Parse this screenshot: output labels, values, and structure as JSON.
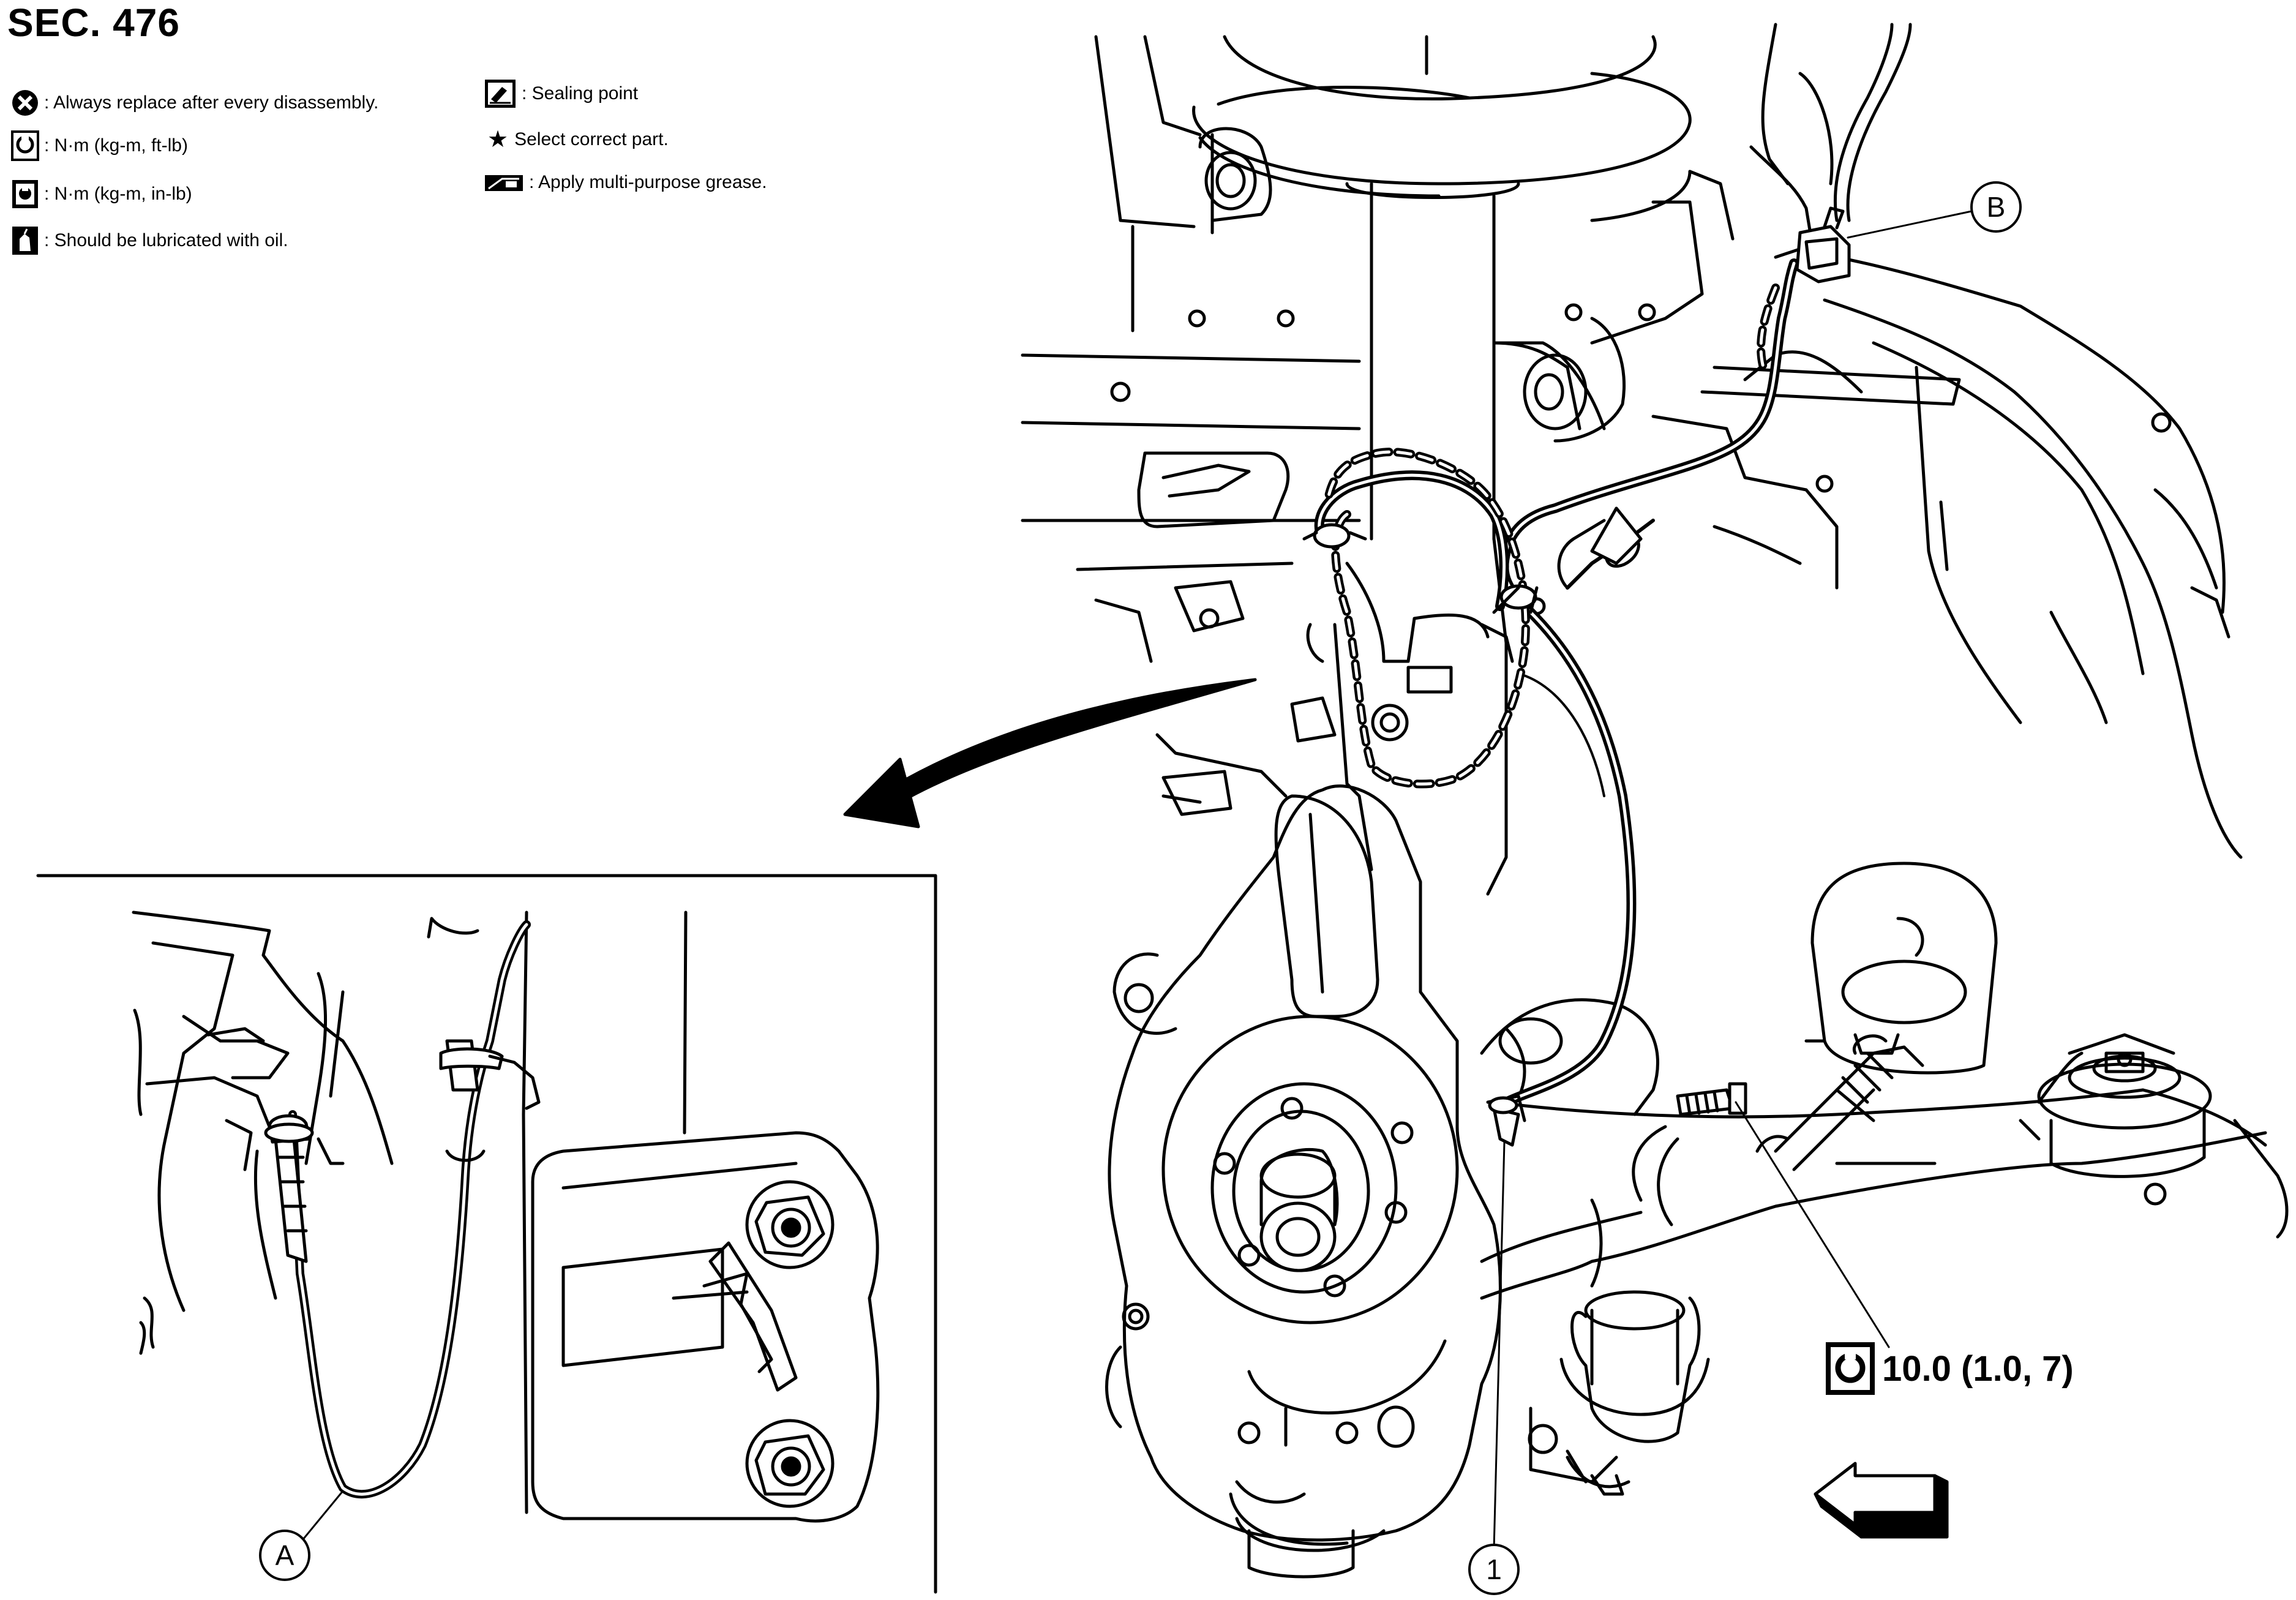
{
  "section": {
    "title": "SEC. 476"
  },
  "legend": {
    "left": [
      {
        "icon": "replace-x-icon",
        "text": ": Always replace after every disassembly."
      },
      {
        "icon": "torque-ftlb-icon",
        "text": ": N·m (kg-m, ft-lb)"
      },
      {
        "icon": "torque-inlb-icon",
        "text": ": N·m (kg-m, in-lb)"
      },
      {
        "icon": "oil-can-icon",
        "text": ": Should be lubricated with oil."
      }
    ],
    "right": [
      {
        "icon": "sealing-icon",
        "text": ": Sealing point"
      },
      {
        "icon": "star-icon",
        "text": "Select correct part."
      },
      {
        "icon": "grease-icon",
        "text": ": Apply multi-purpose grease."
      }
    ],
    "star_glyph": "★"
  },
  "torque_spec": {
    "icon": "torque-wrench-icon",
    "value": "10.0 (1.0, 7)"
  },
  "callouts": {
    "a": "A",
    "b": "B",
    "one": "1"
  }
}
